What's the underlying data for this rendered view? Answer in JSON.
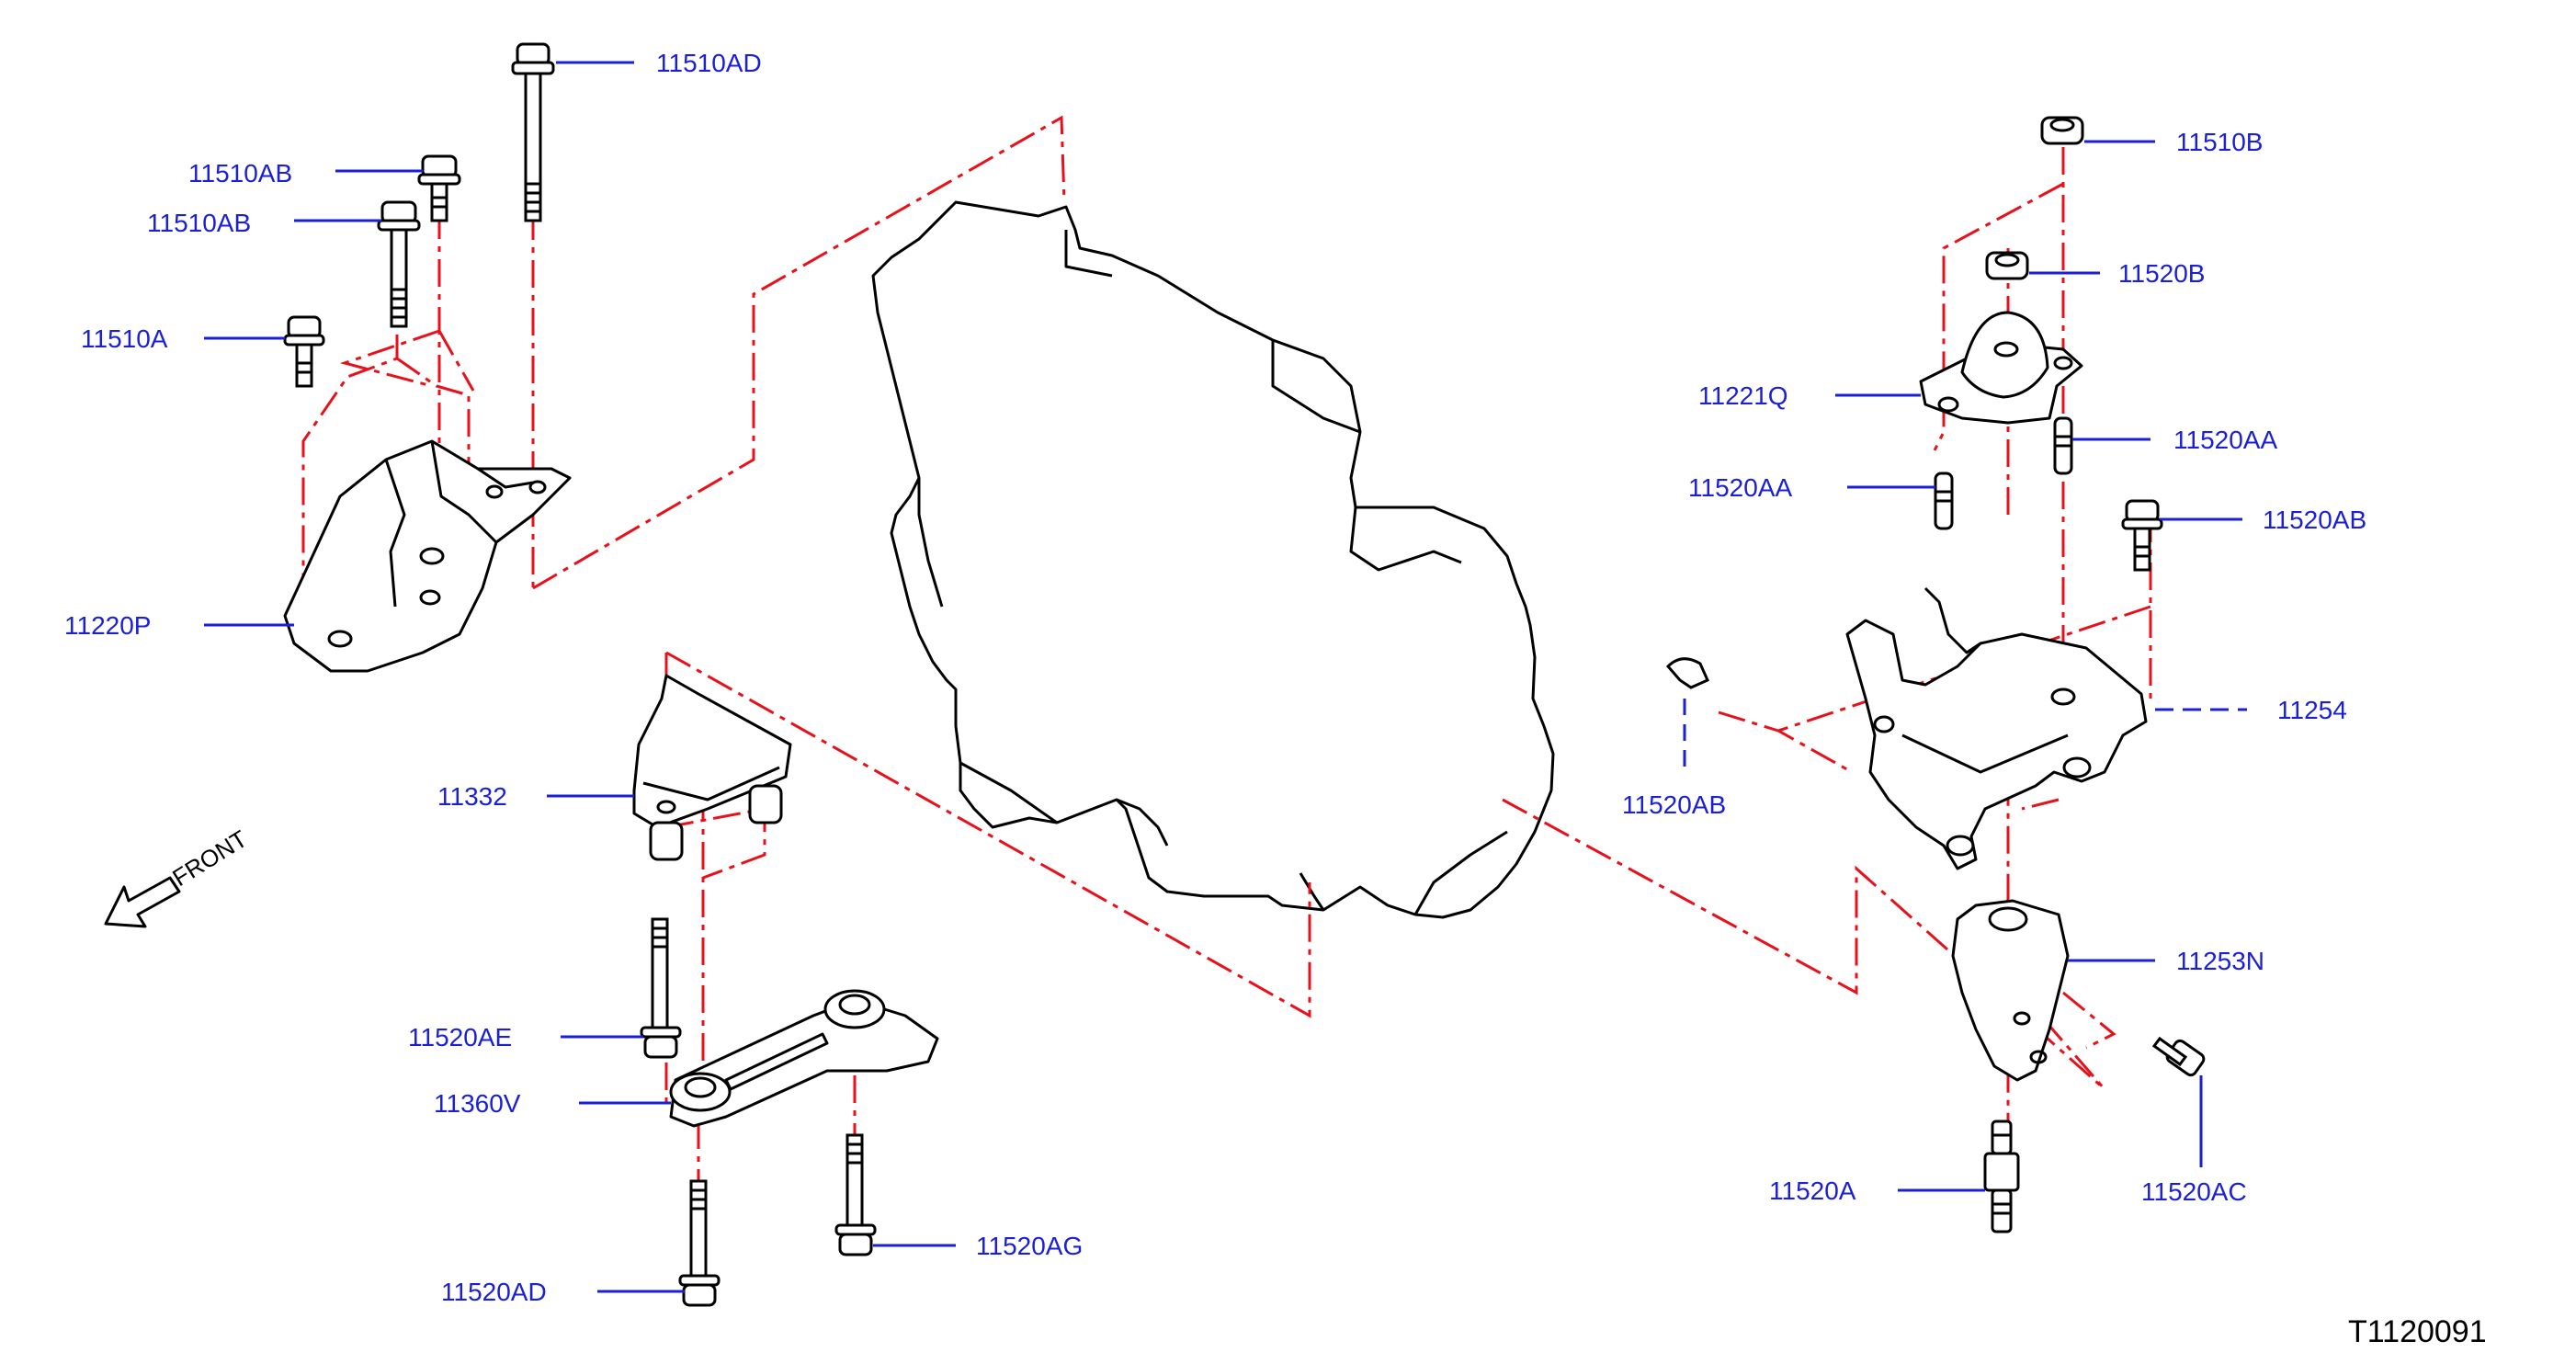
{
  "diagram": {
    "reference_code": "T1120091",
    "front_label": "FRONT",
    "colors": {
      "label": "#1b20d6",
      "leader": "#1b20d6",
      "phantom": "#e8101a",
      "outline": "#000000",
      "ref_code": "#000000"
    },
    "labels": [
      {
        "id": "11510AD-top",
        "text": "11510AD"
      },
      {
        "id": "11510AB-1",
        "text": "11510AB"
      },
      {
        "id": "11510AB-2",
        "text": "11510AB"
      },
      {
        "id": "11510A",
        "text": "11510A"
      },
      {
        "id": "11220P",
        "text": "11220P"
      },
      {
        "id": "11332",
        "text": "11332"
      },
      {
        "id": "11520AE",
        "text": "11520AE"
      },
      {
        "id": "11360V",
        "text": "11360V"
      },
      {
        "id": "11520AD",
        "text": "11520AD"
      },
      {
        "id": "11520AG",
        "text": "11520AG"
      },
      {
        "id": "11510B",
        "text": "11510B"
      },
      {
        "id": "11520B",
        "text": "11520B"
      },
      {
        "id": "11221Q",
        "text": "11221Q"
      },
      {
        "id": "11520AA-right",
        "text": "11520AA"
      },
      {
        "id": "11520AA-left",
        "text": "11520AA"
      },
      {
        "id": "11520AB-right",
        "text": "11520AB"
      },
      {
        "id": "11254",
        "text": "11254"
      },
      {
        "id": "11520AB-left",
        "text": "11520AB"
      },
      {
        "id": "11253N",
        "text": "11253N"
      },
      {
        "id": "11520AC",
        "text": "11520AC"
      },
      {
        "id": "11520A",
        "text": "11520A"
      }
    ]
  }
}
